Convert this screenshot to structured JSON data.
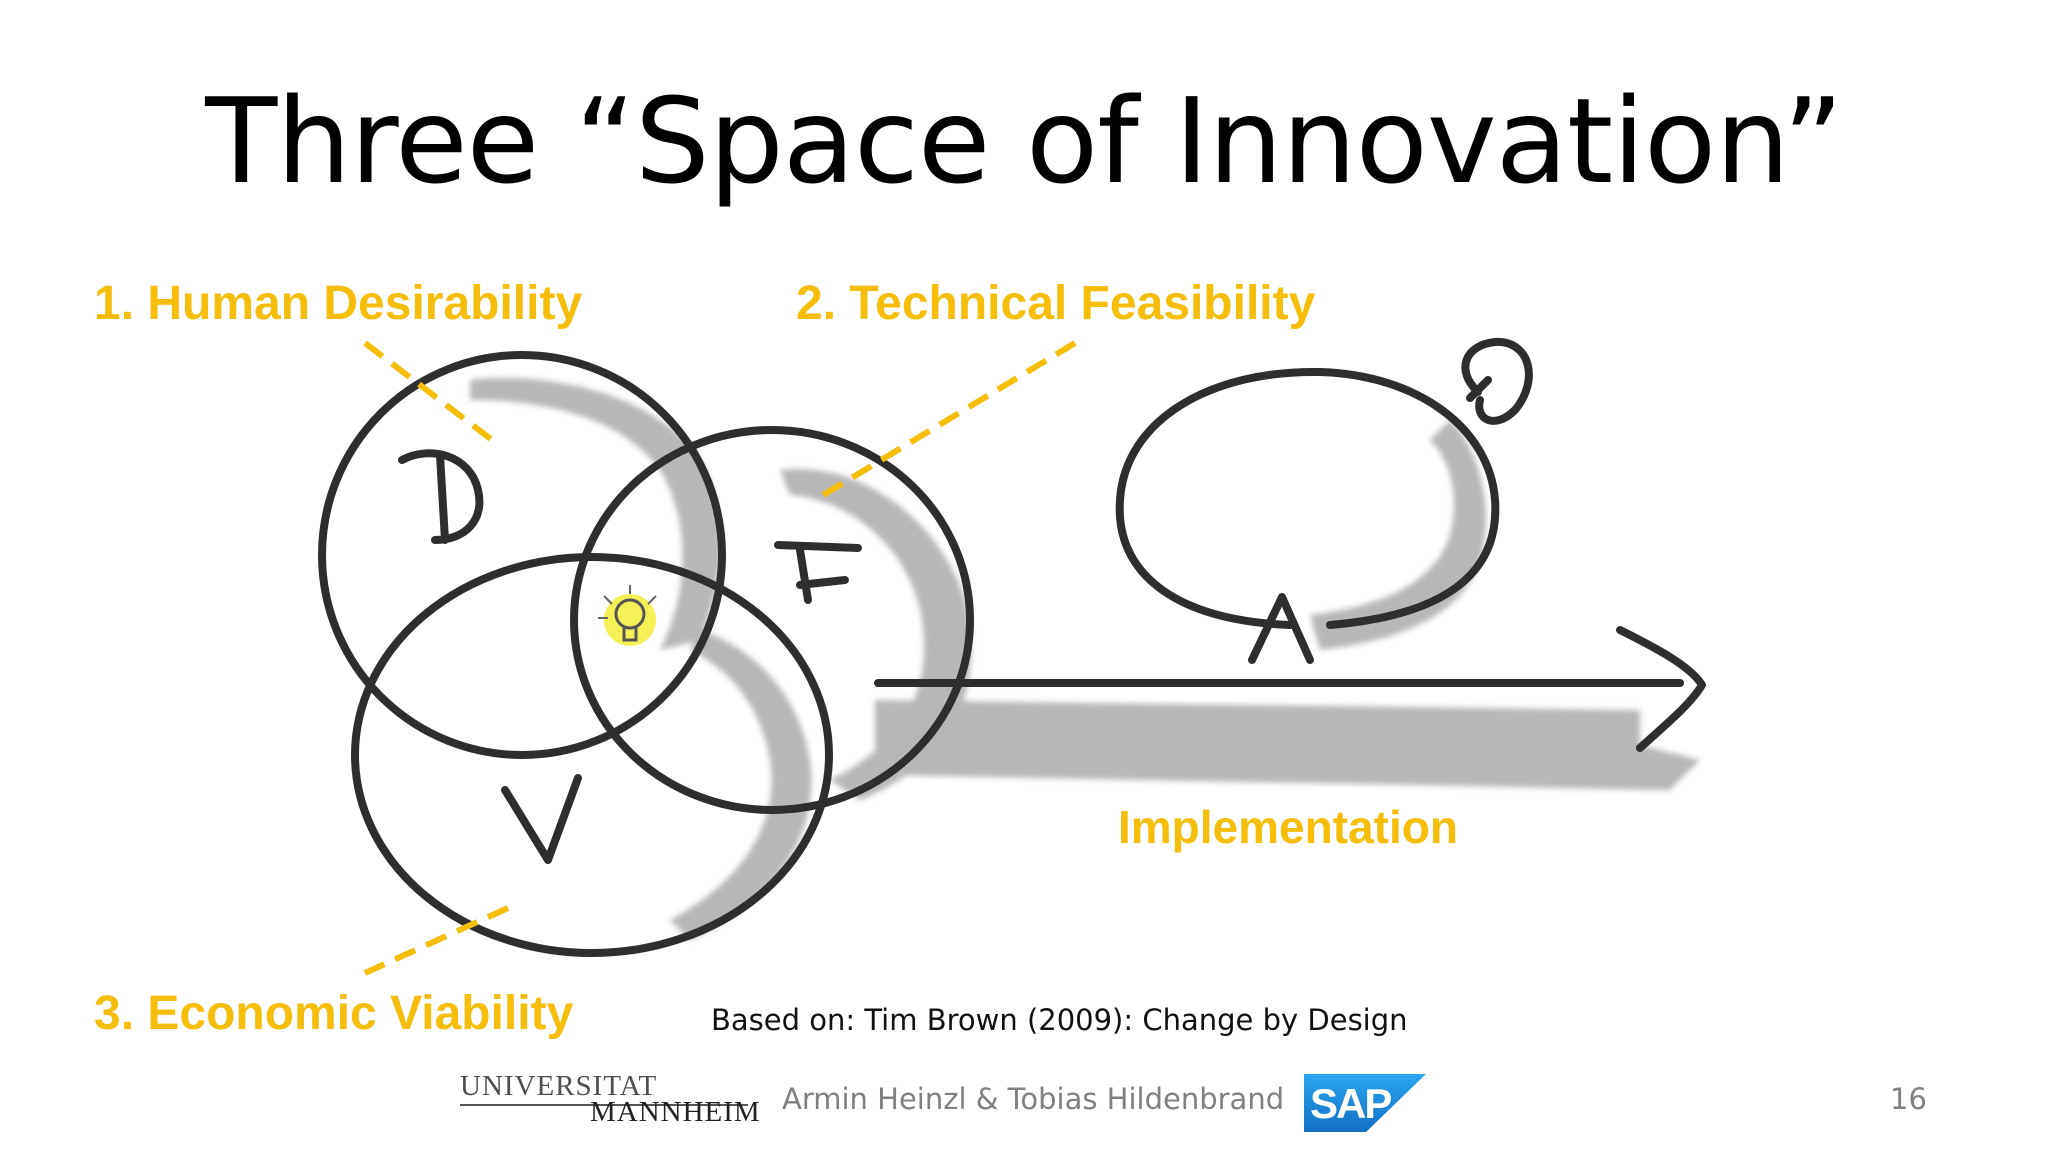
{
  "slide": {
    "title": "Three “Space of Innovation”",
    "labels": {
      "desirability": "1. Human Desirability",
      "feasibility": "2. Technical Feasibility",
      "viability": "3. Economic Viability",
      "implementation": "Implementation"
    },
    "circle_letters": {
      "d": "D",
      "f": "F",
      "v": "V"
    },
    "source": "Based on: Tim Brown (2009): Change by Design",
    "footer": {
      "university_line1": "UNIVERSITAT",
      "university_line2": "MANNHEIM",
      "authors": "Armin Heinzl & Tobias Hildenbrand",
      "sap_logo_text": "SAP",
      "page_number": "16"
    },
    "colors": {
      "label_yellow": "#f6be0b",
      "ink": "#2e2e2e",
      "shadow_gray": "#9a9a9a",
      "bulb_yellow": "#f2ef3a",
      "sap_blue": "#1d8ddb"
    },
    "icons": [
      "lightbulb-icon",
      "loop-arrow-icon"
    ]
  }
}
